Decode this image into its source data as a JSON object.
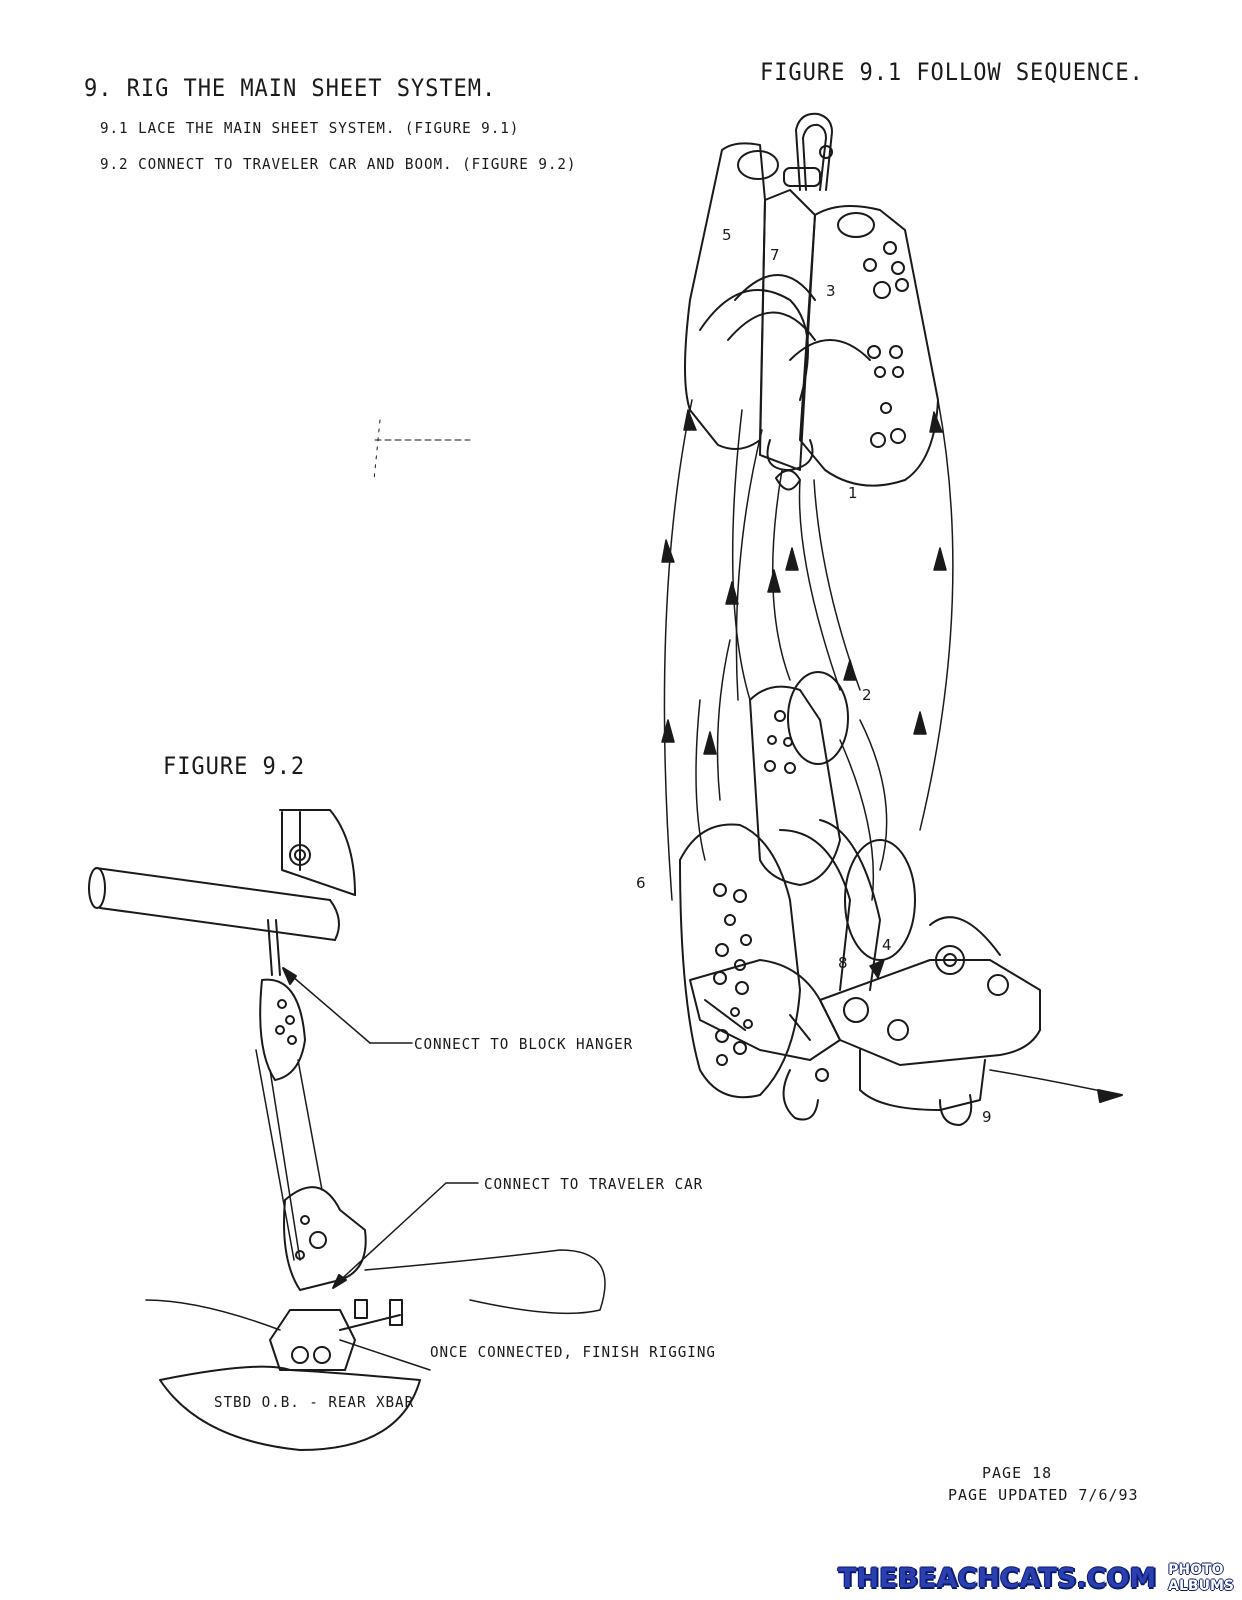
{
  "section": {
    "heading": "9. RIG THE MAIN SHEET SYSTEM.",
    "steps": [
      "9.1 LACE THE MAIN SHEET SYSTEM.  (FIGURE 9.1)",
      "9.2 CONNECT TO TRAVELER CAR AND BOOM.  (FIGURE 9.2)"
    ]
  },
  "figure_9_1": {
    "title": "FIGURE 9.1 FOLLOW SEQUENCE.",
    "sequence_labels": [
      "1",
      "2",
      "3",
      "4",
      "5",
      "6",
      "7",
      "8",
      "9"
    ]
  },
  "figure_9_2": {
    "title": "FIGURE 9.2",
    "callouts": {
      "block_hanger": "CONNECT TO BLOCK HANGER",
      "traveler_car": "CONNECT TO TRAVELER CAR",
      "finish": "ONCE CONNECTED, FINISH RIGGING",
      "xbar": "STBD O.B. - REAR XBAR"
    }
  },
  "footer": {
    "page": "PAGE 18",
    "updated": "PAGE UPDATED 7/6/93"
  },
  "watermark": {
    "brand": "THEBEACHCATS.COM",
    "sub": "PHOTO ALBUMS"
  }
}
